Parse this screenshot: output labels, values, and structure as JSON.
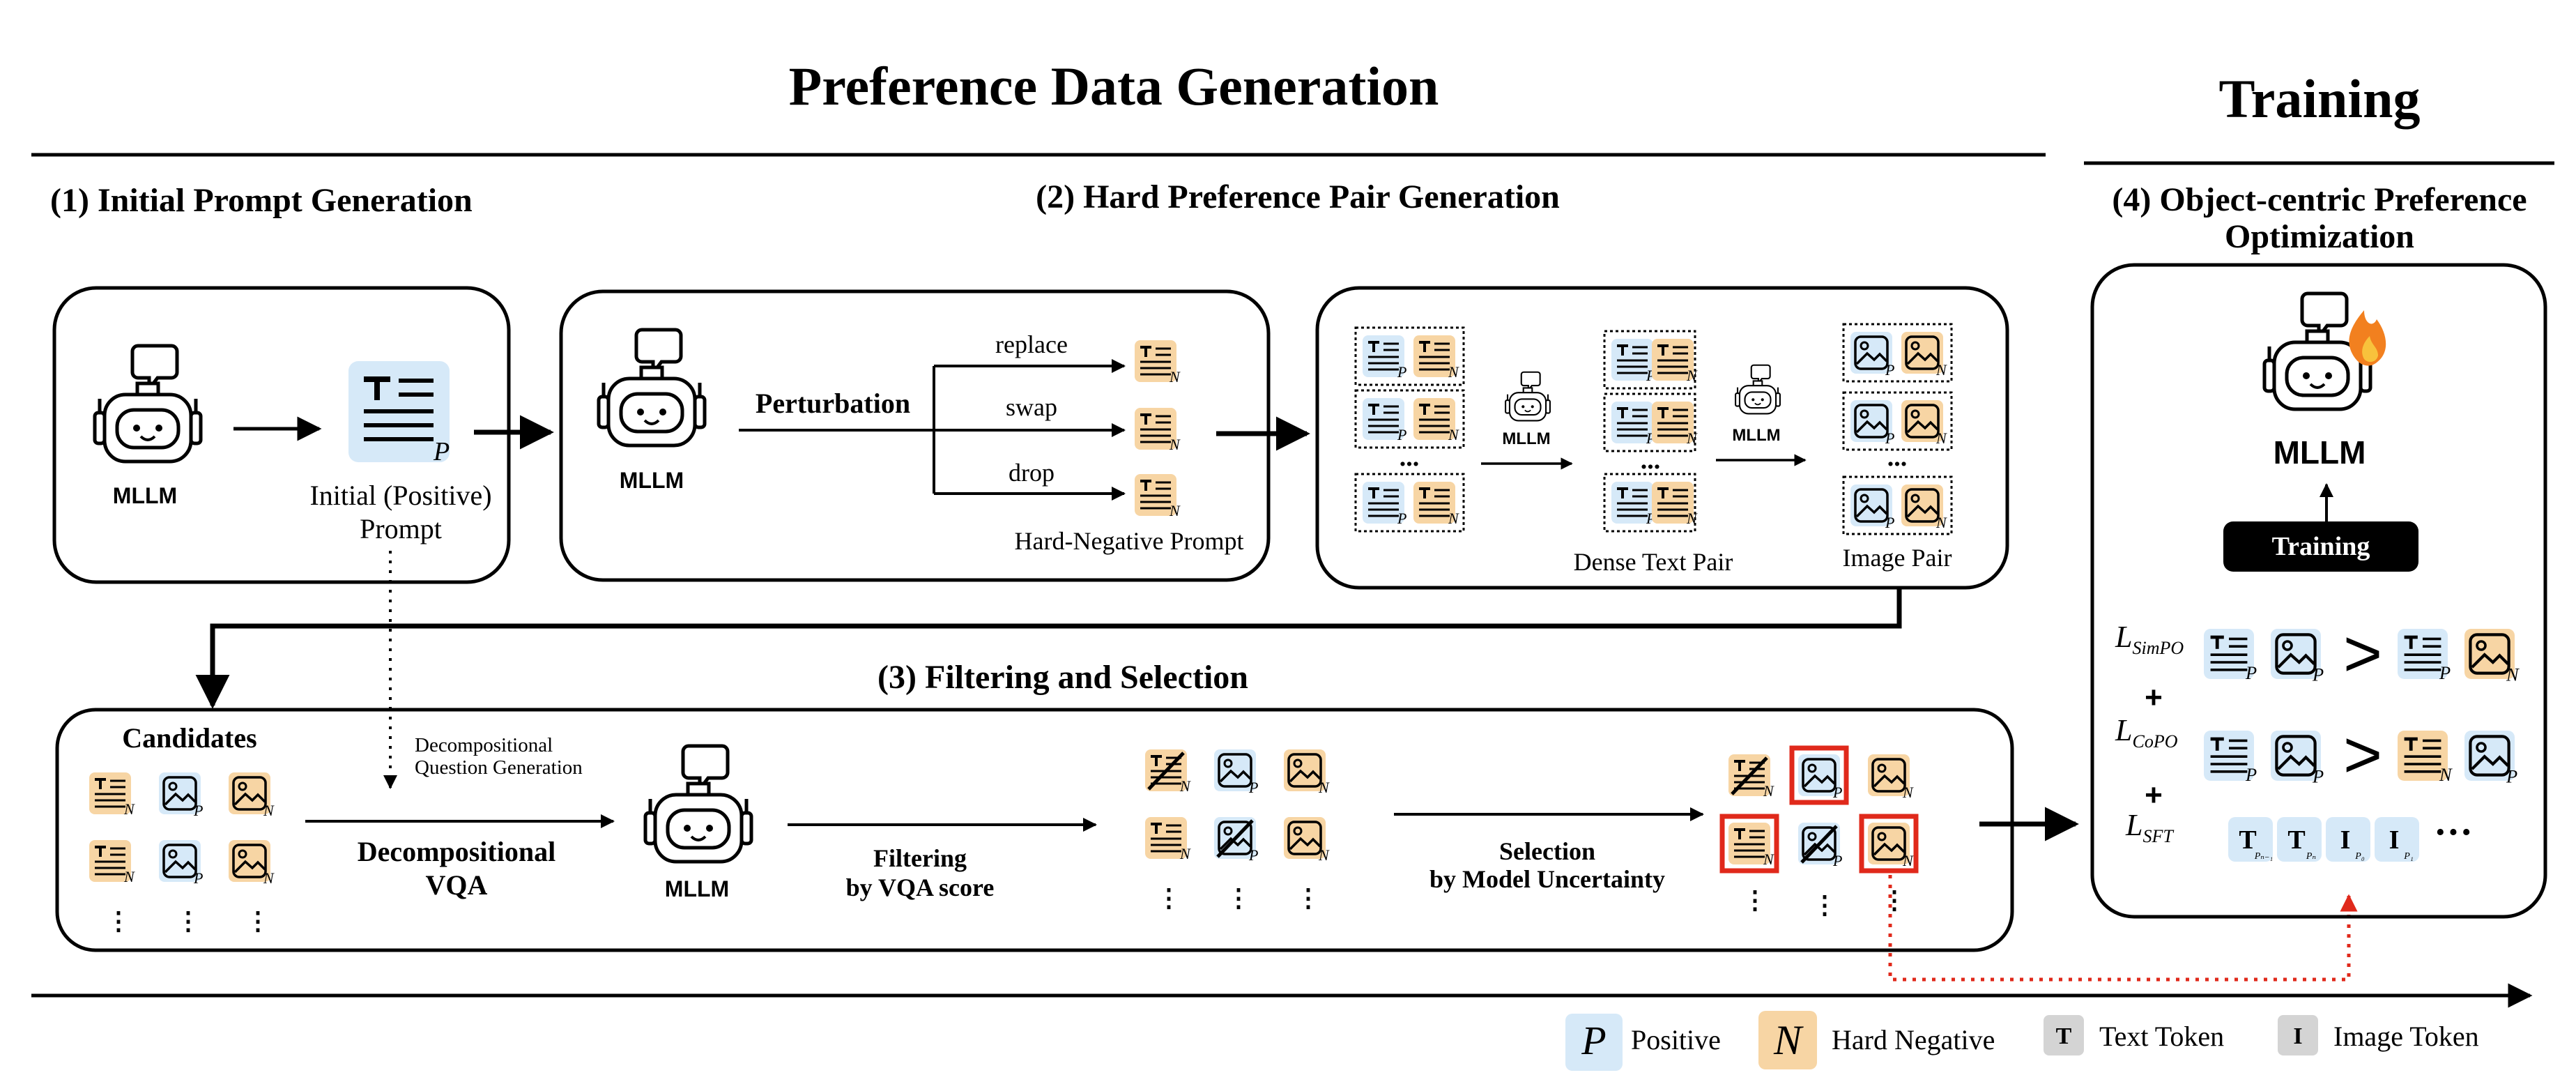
{
  "headers": {
    "preference": "Preference Data Generation",
    "training": "Training"
  },
  "sections": {
    "s1": "(1) Initial Prompt Generation",
    "s2": "(2) Hard Preference Pair Generation",
    "s3": "(3) Filtering and Selection",
    "s4_line1": "(4) Object-centric Preference",
    "s4_line2": "Optimization"
  },
  "box1": {
    "mllm": "MLLM",
    "prompt_line1": "Initial (Positive)",
    "prompt_line2": "Prompt"
  },
  "box2": {
    "mllm": "MLLM",
    "perturbation": "Perturbation",
    "ops": [
      "replace",
      "swap",
      "drop"
    ],
    "hard_negative": "Hard-Negative Prompt"
  },
  "box3": {
    "mllm_a": "MLLM",
    "mllm_b": "MLLM",
    "dense_text_pair": "Dense Text Pair",
    "image_pair": "Image Pair",
    "dots": "..."
  },
  "box4": {
    "candidates": "Candidates",
    "decomp_qgen_line1": "Decompositional",
    "decomp_qgen_line2": "Question Generation",
    "decomp_vqa_line1": "Decompositional",
    "decomp_vqa_line2": "VQA",
    "mllm": "MLLM",
    "filtering_line1": "Filtering",
    "filtering_line2": "by VQA score",
    "selection_line1": "Selection",
    "selection_line2": "by Model Uncertainty",
    "dots": "⋮"
  },
  "box5": {
    "mllm": "MLLM",
    "training_button": "Training",
    "loss_simpo": "L",
    "loss_simpo_sub": "SimPO",
    "loss_copo": "L",
    "loss_copo_sub": "CoPO",
    "loss_sft": "L",
    "loss_sft_sub": "SFT",
    "plus": "+",
    "greater": ">",
    "tokens": [
      {
        "letter": "T",
        "sub": "Pₙ₋₁"
      },
      {
        "letter": "T",
        "sub": "Pₙ"
      },
      {
        "letter": "I",
        "sub": "P₀"
      },
      {
        "letter": "I",
        "sub": "P₁"
      }
    ],
    "token_dots": "···"
  },
  "legend": {
    "positive_symbol": "P",
    "positive": "Positive",
    "negative_symbol": "N",
    "negative": "Hard Negative",
    "text_token_symbol": "T",
    "text_token": "Text Token",
    "image_token_symbol": "I",
    "image_token": "Image Token"
  },
  "colors": {
    "positive_fill": "#d6e9f8",
    "negative_fill": "#f7d5a4",
    "highlight_red": "#e0291b",
    "token_gray": "#d4d4d4",
    "black": "#000000"
  }
}
